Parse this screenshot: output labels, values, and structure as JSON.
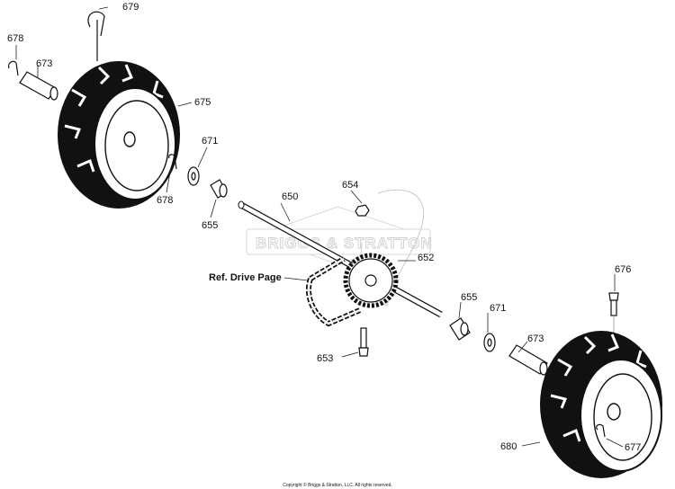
{
  "watermark": "BRIGGS & STRATTON",
  "reference_label": "Ref. Drive Page",
  "copyright": "Copyright © Briggs & Stratton, LLC. All rights reserved.",
  "callouts": [
    {
      "id": "c679",
      "text": "679"
    },
    {
      "id": "c678a",
      "text": "678"
    },
    {
      "id": "c673a",
      "text": "673"
    },
    {
      "id": "c675",
      "text": "675"
    },
    {
      "id": "c671a",
      "text": "671"
    },
    {
      "id": "c678b",
      "text": "678"
    },
    {
      "id": "c655a",
      "text": "655"
    },
    {
      "id": "c650",
      "text": "650"
    },
    {
      "id": "c654",
      "text": "654"
    },
    {
      "id": "c652",
      "text": "652"
    },
    {
      "id": "c655b",
      "text": "655"
    },
    {
      "id": "c671b",
      "text": "671"
    },
    {
      "id": "c653",
      "text": "653"
    },
    {
      "id": "c673b",
      "text": "673"
    },
    {
      "id": "c676",
      "text": "676"
    },
    {
      "id": "c680",
      "text": "680"
    },
    {
      "id": "c677",
      "text": "677"
    }
  ]
}
